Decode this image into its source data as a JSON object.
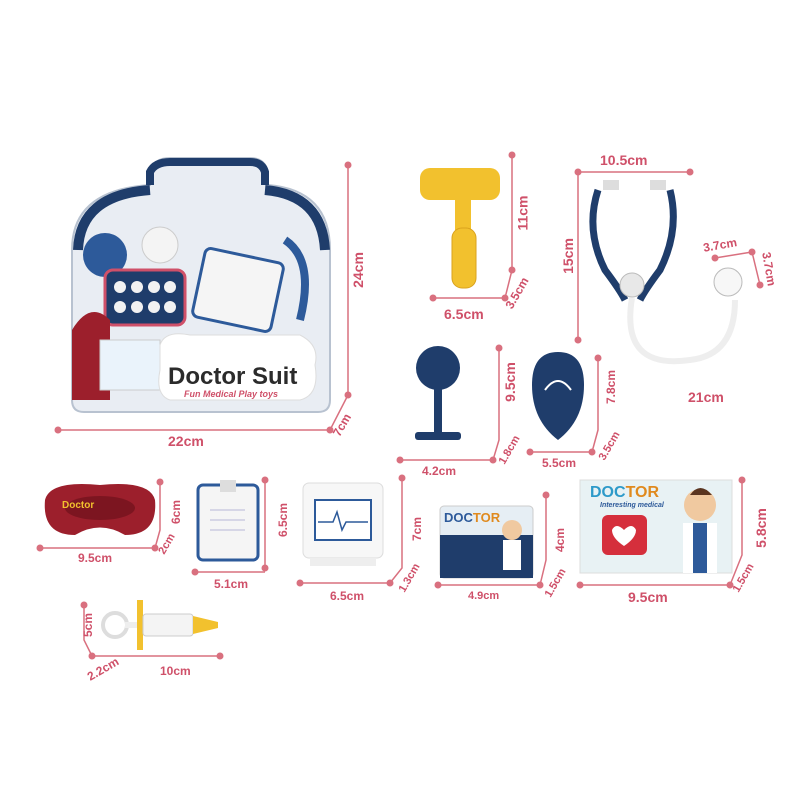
{
  "product": {
    "case_title": "Doctor Suit",
    "case_subtitle": "Fun Medical Play toys",
    "card_title_part1": "DOC",
    "card_title_part2": "TOR",
    "card_subtitle": "Interesting medical",
    "basin_logo": "Doctor"
  },
  "dimensions": {
    "case": {
      "width": "22cm",
      "height": "24cm",
      "depth": "7cm"
    },
    "hammer": {
      "height": "11cm",
      "width": "6.5cm",
      "depth": "3.5cm"
    },
    "stethoscope": {
      "width": "10.5cm",
      "height": "15cm",
      "chest_w": "3.7cm",
      "chest_h": "3.7cm",
      "length": "21cm"
    },
    "otoscope": {
      "height": "9.5cm",
      "width": "4.2cm",
      "depth": "1.8cm"
    },
    "scanner": {
      "height": "7.8cm",
      "width": "5.5cm",
      "depth": "3.5cm"
    },
    "basin": {
      "width": "9.5cm",
      "height": "6cm",
      "depth": "2cm"
    },
    "clipboard": {
      "width": "5.1cm",
      "height": "6.5cm"
    },
    "monitor": {
      "width": "6.5cm",
      "height": "7cm",
      "depth": "1.3cm"
    },
    "small_card": {
      "width": "4.9cm",
      "height": "4cm",
      "depth": "1.5cm"
    },
    "large_card": {
      "width": "9.5cm",
      "height": "5.8cm",
      "depth": "1.5cm"
    },
    "syringe": {
      "height": "5cm",
      "depth": "2.2cm",
      "length": "10cm"
    }
  },
  "colors": {
    "dimension": "#cf5069",
    "navy": "#1f3d6b",
    "yellow": "#f2c12e",
    "red": "#9c1f2c"
  }
}
